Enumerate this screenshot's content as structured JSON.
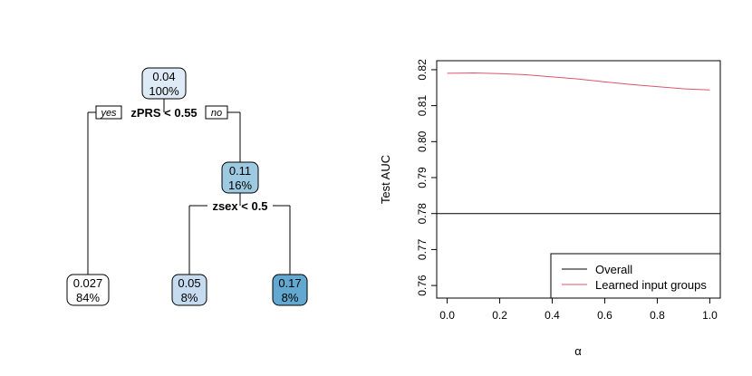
{
  "chart_data": [
    {
      "type": "decision-tree",
      "node_fill_scale": {
        "low": "#ffffff",
        "high": "#62a8d0"
      },
      "edge_labels": {
        "left": "yes",
        "right": "no"
      },
      "nodes": [
        {
          "id": "root",
          "value": "0.04",
          "pct": "100%",
          "split": "zPRS < 0.55",
          "fill": "#deebf7"
        },
        {
          "id": "leaf_left",
          "value": "0.027",
          "pct": "84%",
          "fill": "#ffffff"
        },
        {
          "id": "mid",
          "value": "0.11",
          "pct": "16%",
          "split": "zsex < 0.5",
          "fill": "#9ecae1"
        },
        {
          "id": "leaf_mid_left",
          "value": "0.05",
          "pct": "8%",
          "fill": "#c6dbef"
        },
        {
          "id": "leaf_mid_right",
          "value": "0.17",
          "pct": "8%",
          "fill": "#62a8d0"
        }
      ]
    },
    {
      "type": "line",
      "title": "",
      "xlabel": "α",
      "ylabel": "Test AUC",
      "xlim": [
        -0.04,
        1.04
      ],
      "ylim": [
        0.7565,
        0.8225
      ],
      "x_ticks": [
        0.0,
        0.2,
        0.4,
        0.6,
        0.8,
        1.0
      ],
      "x_tick_labels": [
        "0.0",
        "0.2",
        "0.4",
        "0.6",
        "0.8",
        "1.0"
      ],
      "y_ticks": [
        0.76,
        0.77,
        0.78,
        0.79,
        0.8,
        0.81,
        0.82
      ],
      "y_tick_labels": [
        "0.76",
        "0.77",
        "0.78",
        "0.79",
        "0.80",
        "0.81",
        "0.82"
      ],
      "grid": false,
      "legend_position": "bottom-right",
      "series": [
        {
          "name": "Overall",
          "color": "#000000",
          "x": [
            0.0,
            1.0
          ],
          "y": [
            0.78,
            0.78
          ]
        },
        {
          "name": "Learned input groups",
          "color": "#df536b",
          "x": [
            0.0,
            0.1,
            0.2,
            0.3,
            0.4,
            0.5,
            0.6,
            0.7,
            0.8,
            0.9,
            1.0
          ],
          "y": [
            0.819,
            0.8191,
            0.8189,
            0.8186,
            0.818,
            0.8174,
            0.8166,
            0.8159,
            0.8153,
            0.8147,
            0.8144
          ]
        }
      ]
    }
  ]
}
